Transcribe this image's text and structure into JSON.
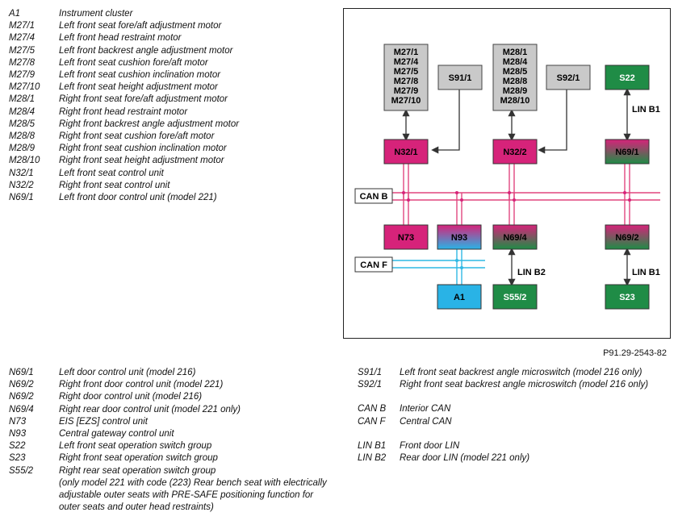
{
  "legend_top": [
    {
      "code": "A1",
      "desc": "Instrument cluster"
    },
    {
      "code": "M27/1",
      "desc": "Left front seat fore/aft adjustment motor"
    },
    {
      "code": "M27/4",
      "desc": "Left front head restraint motor"
    },
    {
      "code": "M27/5",
      "desc": "Left front backrest angle adjustment motor"
    },
    {
      "code": "M27/8",
      "desc": "Left front seat cushion fore/aft motor"
    },
    {
      "code": "M27/9",
      "desc": "Left front seat cushion inclination motor"
    },
    {
      "code": "M27/10",
      "desc": "Left front seat height adjustment motor"
    },
    {
      "code": "M28/1",
      "desc": "Right front seat fore/aft adjustment motor"
    },
    {
      "code": "M28/4",
      "desc": "Right front head restraint motor"
    },
    {
      "code": "M28/5",
      "desc": "Right front backrest angle adjustment motor"
    },
    {
      "code": "M28/8",
      "desc": "Right front seat cushion fore/aft motor"
    },
    {
      "code": "M28/9",
      "desc": "Right front seat cushion inclination motor"
    },
    {
      "code": "M28/10",
      "desc": "Right front seat height adjustment motor"
    },
    {
      "code": "N32/1",
      "desc": "Left front seat control unit"
    },
    {
      "code": "N32/2",
      "desc": "Right front seat control unit"
    },
    {
      "code": "N69/1",
      "desc": "Left front door control unit (model 221)"
    }
  ],
  "legend_bottom_left": [
    {
      "code": "N69/1",
      "desc": "Left door control unit (model 216)"
    },
    {
      "code": "N69/2",
      "desc": "Right front door control unit (model 221)"
    },
    {
      "code": "N69/2",
      "desc": "Right door control unit (model 216)"
    },
    {
      "code": "N69/4",
      "desc": "Right rear door control unit (model 221 only)"
    },
    {
      "code": "N73",
      "desc": "EIS [EZS] control unit"
    },
    {
      "code": "N93",
      "desc": "Central gateway control unit"
    },
    {
      "code": "S22",
      "desc": "Left front seat operation switch group"
    },
    {
      "code": "S23",
      "desc": "Right front seat operation switch group"
    },
    {
      "code": "S55/2",
      "desc": "Right rear seat operation switch group"
    }
  ],
  "legend_note": "(only model 221 with code (223) Rear bench seat with electrically adjustable outer seats with PRE-SAFE positioning function for outer seats and outer head restraints)",
  "legend_bottom_right": {
    "switches": [
      {
        "code": "S91/1",
        "desc": "Left front seat backrest angle microswitch (model 216 only)"
      },
      {
        "code": "S92/1",
        "desc": "Right front seat backrest angle microswitch (model 216 only)"
      }
    ],
    "buses": [
      {
        "code": "CAN B",
        "desc": "Interior CAN"
      },
      {
        "code": "CAN F",
        "desc": "Central CAN"
      }
    ],
    "lin": [
      {
        "code": "LIN B1",
        "desc": "Front door LIN"
      },
      {
        "code": "LIN B2",
        "desc": "Rear door LIN (model 221 only)"
      }
    ]
  },
  "figure_ref": "P91.29-2543-82",
  "diagram": {
    "colors": {
      "gray_box": "#c9c9c9",
      "magenta": "#d6237a",
      "green": "#1f8c46",
      "cyan": "#29b3e6",
      "can_b_line": "#e0467f",
      "can_f_line": "#2fb8e4"
    },
    "labels": {
      "m27_stack": [
        "M27/1",
        "M27/4",
        "M27/5",
        "M27/8",
        "M27/9",
        "M27/10"
      ],
      "m28_stack": [
        "M28/1",
        "M28/4",
        "M28/5",
        "M28/8",
        "M28/9",
        "M28/10"
      ],
      "s91_1": "S91/1",
      "s92_1": "S92/1",
      "s22": "S22",
      "n32_1": "N32/1",
      "n32_2": "N32/2",
      "n69_1": "N69/1",
      "n73": "N73",
      "n93": "N93",
      "n69_4": "N69/4",
      "n69_2": "N69/2",
      "a1": "A1",
      "s55_2": "S55/2",
      "s23": "S23",
      "can_b": "CAN B",
      "can_f": "CAN F",
      "lin_b1_top": "LIN B1",
      "lin_b1_bottom": "LIN B1",
      "lin_b2": "LIN B2"
    }
  }
}
